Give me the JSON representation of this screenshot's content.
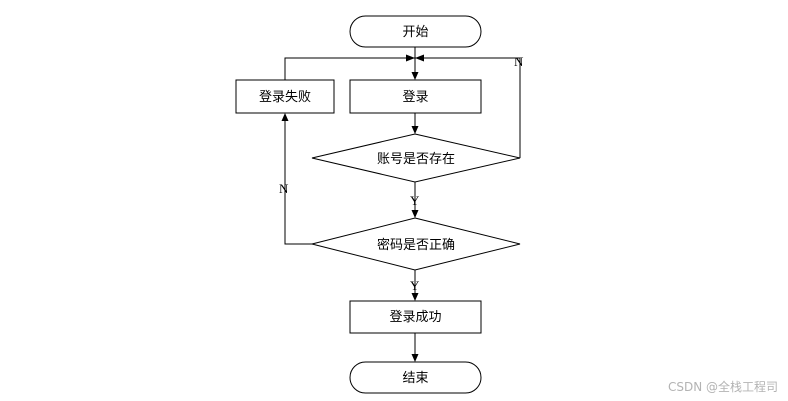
{
  "nodes": {
    "start": "开始",
    "login": "登录",
    "login_failed": "登录失败",
    "account_exists": "账号是否存在",
    "password_correct": "密码是否正确",
    "login_success": "登录成功",
    "end": "结束"
  },
  "edge_labels": {
    "account_no": "N",
    "account_yes": "Y",
    "password_no": "N",
    "password_yes": "Y"
  },
  "watermark": "CSDN @全栈工程司"
}
